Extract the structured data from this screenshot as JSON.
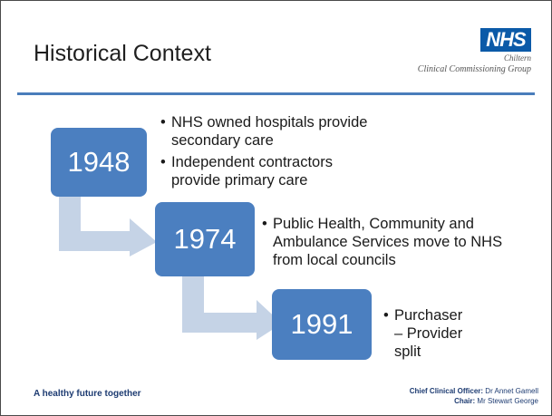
{
  "slide": {
    "title": "Historical Context",
    "logo": {
      "mark": "NHS",
      "line1": "Chiltern",
      "line2": "Clinical Commissioning Group"
    },
    "milestones": [
      {
        "year": "1948",
        "bullets": [
          "NHS owned hospitals provide secondary care",
          "Independent contractors provide primary care"
        ]
      },
      {
        "year": "1974",
        "bullets": [
          "Public Health, Community and Ambulance Services move to NHS from local councils"
        ]
      },
      {
        "year": "1991",
        "bullets": [
          "Purchaser – Provider split"
        ]
      }
    ],
    "footer": {
      "tagline": "A healthy future together",
      "officer_label": "Chief Clinical Officer:",
      "officer_name": "Dr Annet Gamell",
      "chair_label": "Chair:",
      "chair_name": "Mr Stewart George"
    },
    "colors": {
      "box": "#4b7fc0",
      "arrow": "#c5d3e6",
      "rule": "#4a7dbb",
      "nhs_blue": "#0b5aa8",
      "footer_text": "#1e3c72"
    }
  }
}
